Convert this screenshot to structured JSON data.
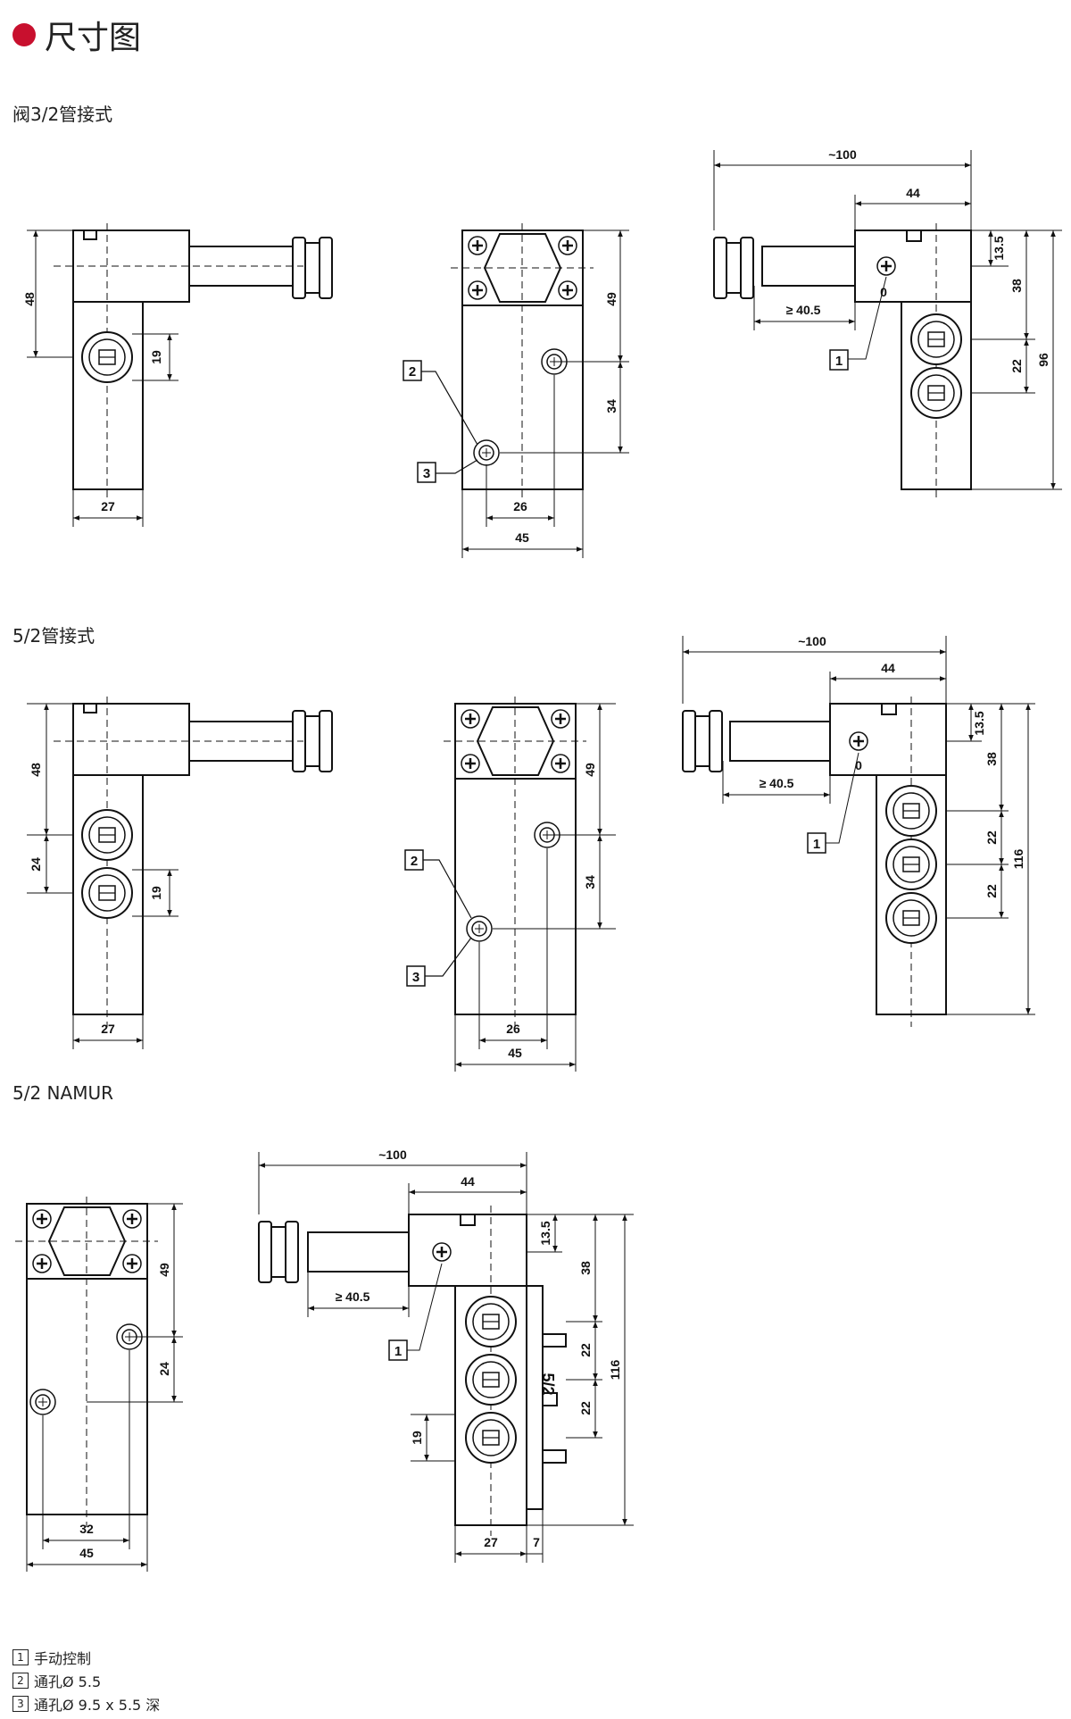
{
  "header": {
    "title": "尺寸图",
    "accent_color": "#c8102e"
  },
  "sections": [
    {
      "title": "阀3/2管接式"
    },
    {
      "title": "5/2管接式"
    },
    {
      "title": "5/2 NAMUR"
    }
  ],
  "dims": {
    "s1": {
      "side_h": "48",
      "side_hole": "19",
      "side_w": "27",
      "front_top": "49",
      "front_mid": "34",
      "front_hole": "26",
      "front_w": "45",
      "r_total": "~100",
      "r_body": "44",
      "r_top": "13.5",
      "r_a": "38",
      "r_b": "22",
      "r_c": "96",
      "r_min": "≥ 40.5",
      "r_zero": "0"
    },
    "s2": {
      "side_h": "48",
      "side_a": "24",
      "side_hole": "19",
      "side_w": "27",
      "front_top": "49",
      "front_mid": "34",
      "front_hole": "26",
      "front_w": "45",
      "r_total": "~100",
      "r_body": "44",
      "r_top": "13.5",
      "r_a": "38",
      "r_b": "22",
      "r_b2": "22",
      "r_c": "116",
      "r_min": "≥ 40.5",
      "r_zero": "0"
    },
    "s3": {
      "f_top": "49",
      "f_mid": "24",
      "f_hole": "32",
      "f_w": "45",
      "r_total": "~100",
      "r_body": "44",
      "r_top": "13.5",
      "r_a": "38",
      "r_b": "22",
      "r_b2": "22",
      "r_c": "116",
      "r_min": "≥ 40.5",
      "r_hole": "19",
      "r_w": "27",
      "r_w2": "7",
      "r_mark": "5/2"
    }
  },
  "callouts": {
    "c1": "1",
    "c2": "2",
    "c3": "3"
  },
  "legend": [
    {
      "num": "1",
      "text": "手动控制"
    },
    {
      "num": "2",
      "text": "通孔Ø 5.5"
    },
    {
      "num": "3",
      "text": "通孔Ø 9.5 x 5.5 深"
    }
  ]
}
